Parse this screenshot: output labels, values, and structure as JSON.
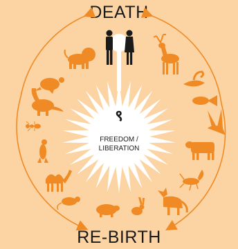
{
  "diagram": {
    "top_label": "DEATH",
    "bottom_label": "RE-BIRTH",
    "center_symbol": "९",
    "center_line1": "FREEDOM /",
    "center_line2": "LIBERATION"
  },
  "colors": {
    "background": "#fcd4a3",
    "accent": "#f08a24",
    "ink": "#1a1a1a",
    "burst": "#ffffff"
  },
  "animals": [
    "lion",
    "deer",
    "snake",
    "turtle",
    "fish",
    "dinosaur",
    "bird",
    "ant",
    "cow",
    "meerkat",
    "scorpion",
    "camel",
    "wolf",
    "mouse",
    "pig",
    "rabbit"
  ],
  "humans": [
    "man",
    "woman"
  ]
}
